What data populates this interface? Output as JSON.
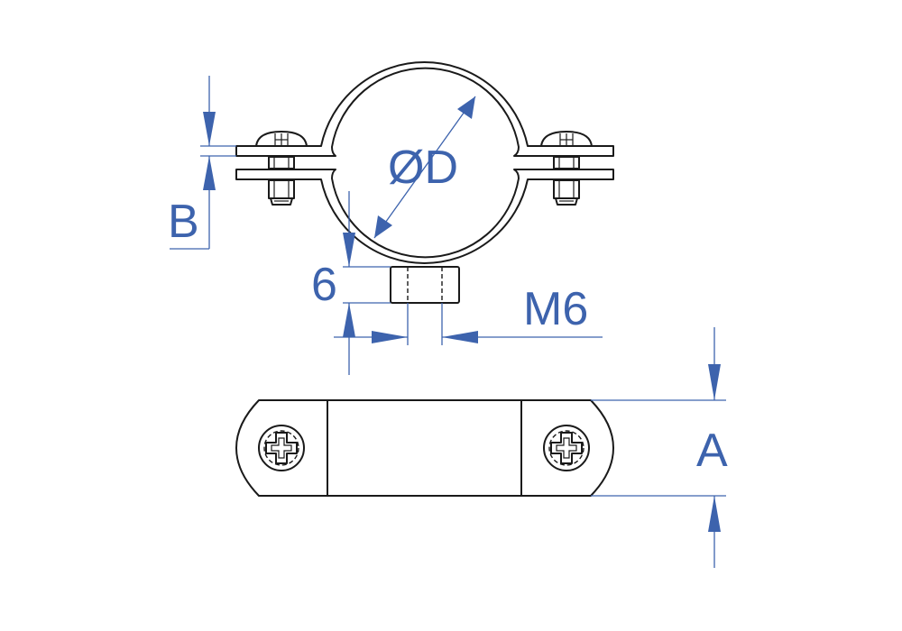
{
  "colors": {
    "dimension": "#3d63ad",
    "outline": "#1a1a1a",
    "background": "#ffffff"
  },
  "labels": {
    "diameter": "ØD",
    "height_b": "B",
    "nut_height": "6",
    "thread": "M6",
    "width_a": "A"
  }
}
